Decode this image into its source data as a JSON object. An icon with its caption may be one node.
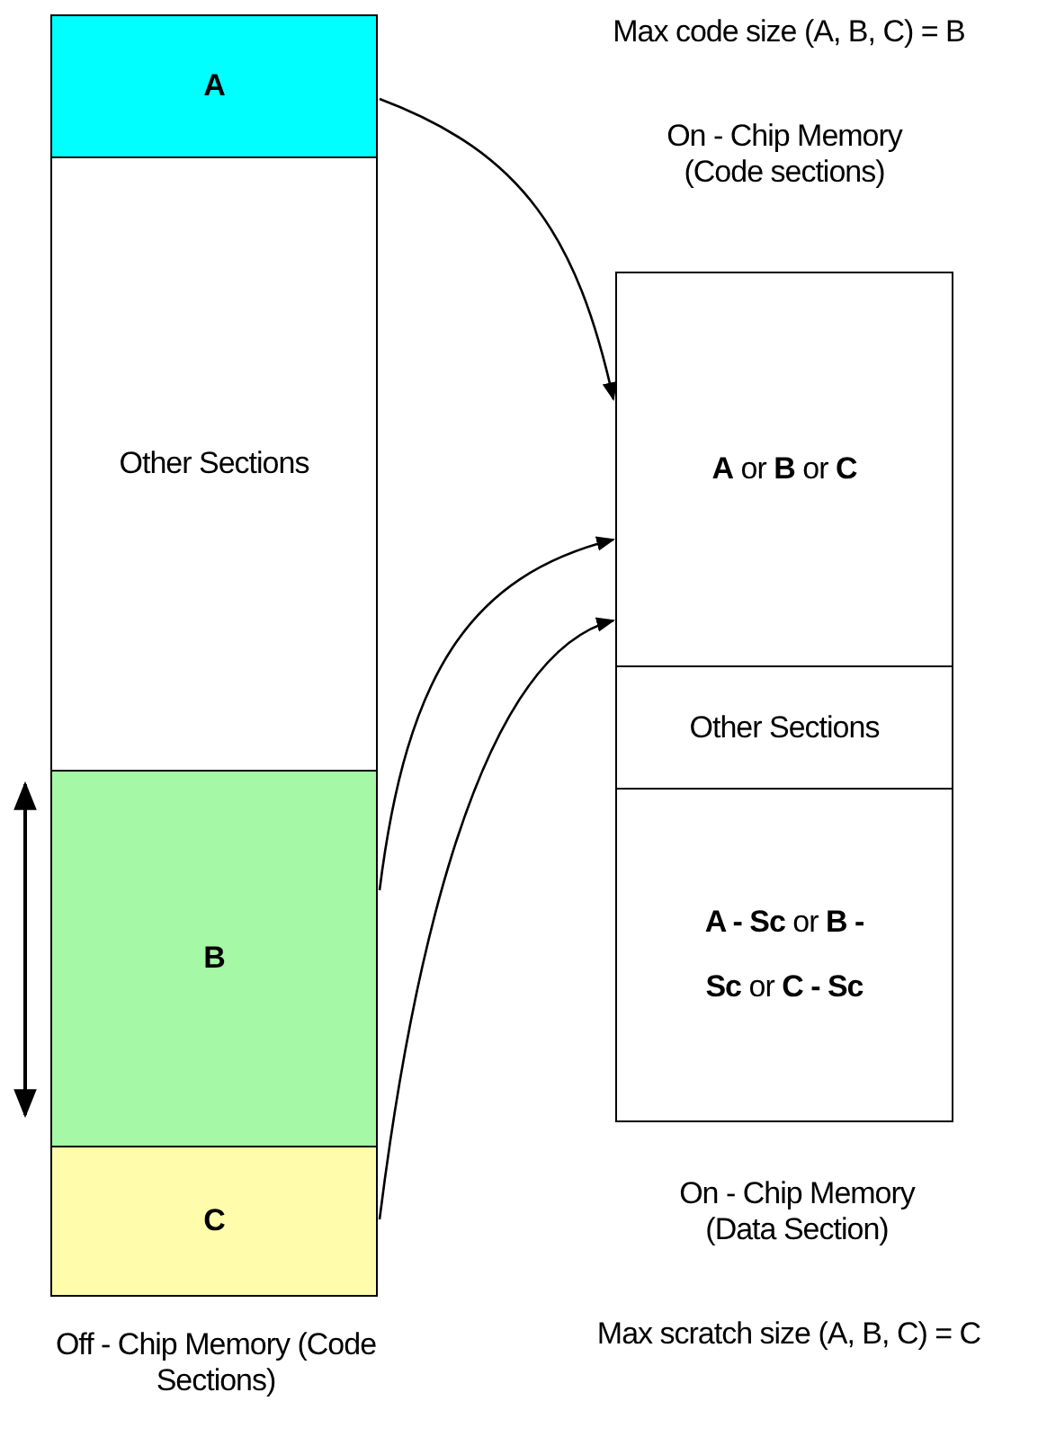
{
  "diagram": {
    "nodes": [
      {
        "text": [
          "A"
        ]
      },
      {
        "text": [
          "Other Sections"
        ]
      },
      {
        "text": [
          "B"
        ]
      },
      {
        "text": [
          "C"
        ]
      },
      {
        "text": [
          "**A** or **B** or **C**"
        ]
      },
      {
        "text": [
          "Other Sections"
        ]
      },
      {
        "text": [
          "**A - Sc** or **B - Sc** or **C - Sc**"
        ]
      }
    ],
    "edges": [
      {
        "from": 0,
        "to": 4,
        "arrow": "to"
      },
      {
        "from": 2,
        "to": 4,
        "arrow": "to"
      },
      {
        "from": 3,
        "to": 4,
        "arrow": "to"
      }
    ],
    "labels": [
      "Max code size (A, B, C) = B",
      "On - Chip Memory (Code sections)",
      "On - Chip Memory (Data Section)",
      "Max scratch size (A, B, C) = C",
      "Off - Chip Memory (Code Sections)"
    ]
  }
}
